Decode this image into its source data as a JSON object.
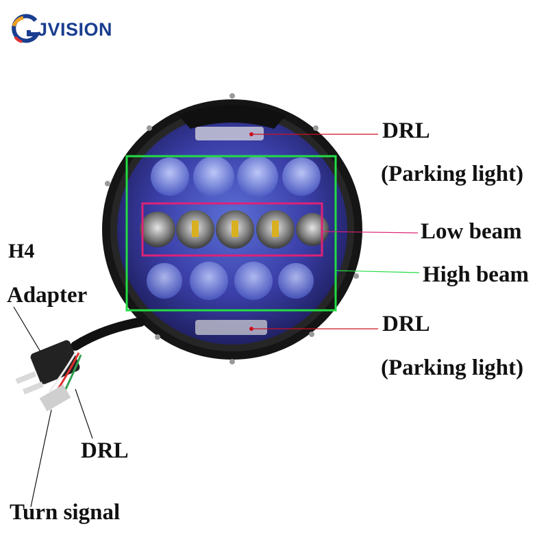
{
  "brand": {
    "name": "JVISION"
  },
  "colors": {
    "green_box": "#22dd44",
    "pink_box": "#dd2277",
    "red_pointer": "#cc1122",
    "brand_blue": "#1a3d8f"
  },
  "labels": {
    "drl_top": "DRL",
    "parking_top": "(Parking light)",
    "low_beam": "Low beam",
    "high_beam": "High beam",
    "drl_bottom": "DRL",
    "parking_bottom": "(Parking light)",
    "h4": "H4",
    "adapter": "Adapter",
    "drl_wire": "DRL",
    "turn_signal": "Turn signal"
  },
  "icons": {
    "logo": "jvision-logo-icon"
  }
}
